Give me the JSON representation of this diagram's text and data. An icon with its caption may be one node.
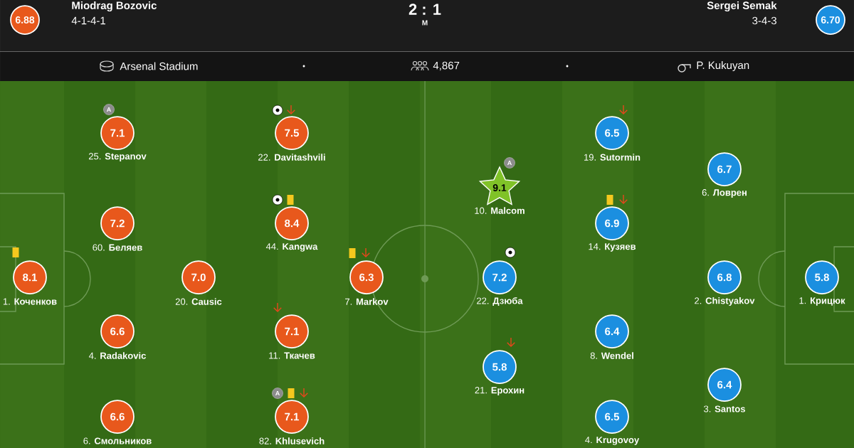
{
  "diagram": {
    "nodes": [
      {
        "text": [
          "6.88"
        ]
      },
      {
        "text": [
          "6.70"
        ]
      },
      {
        "text": [
          "7.1"
        ],
        "beside": [
          "25. **Stepanov**"
        ]
      },
      {
        "text": [
          "7.5"
        ],
        "beside": [
          "22. **Davitashvili**"
        ]
      },
      {
        "text": [
          "7.2"
        ],
        "beside": [
          "60. **Беляев**"
        ]
      },
      {
        "text": [
          "8.4"
        ],
        "beside": [
          "44. **Kangwa**"
        ]
      },
      {
        "text": [
          "8.1"
        ],
        "beside": [
          "1. **Коченков**"
        ]
      },
      {
        "text": [
          "7.0"
        ],
        "beside": [
          "20. **Causic**"
        ]
      },
      {
        "text": [
          "6.3"
        ],
        "beside": [
          "7. **Markov**"
        ]
      },
      {
        "text": [
          "6.6"
        ],
        "beside": [
          "4. **Radakovic**"
        ]
      },
      {
        "text": [
          "7.1"
        ],
        "beside": [
          "11. **Ткачев**"
        ]
      },
      {
        "text": [
          "6.6"
        ],
        "beside": [
          "6. **Смольников**"
        ]
      },
      {
        "text": [
          "7.1"
        ],
        "beside": [
          "82. **Khlusevich**"
        ]
      },
      {
        "text": [
          "6.5"
        ],
        "beside": [
          "19. **Sutormin**"
        ]
      },
      {
        "text": [
          "6.7"
        ],
        "beside": [
          "6. **Ловрен**"
        ]
      },
      {
        "text": [
          "9.1"
        ],
        "beside": [
          "10. **Malcom**"
        ]
      },
      {
        "text": [
          "6.9"
        ],
        "beside": [
          "14. **Кузяев**"
        ]
      },
      {
        "text": [
          "7.2"
        ],
        "beside": [
          "22. **Дзюба**"
        ]
      },
      {
        "text": [
          "6.8"
        ],
        "beside": [
          "2. **Chistyakov**"
        ]
      },
      {
        "text": [
          "5.8"
        ],
        "beside": [
          "1. **Крицюк**"
        ]
      },
      {
        "text": [
          "6.4"
        ],
        "beside": [
          "8. **Wendel**"
        ]
      },
      {
        "text": [
          "5.8"
        ],
        "beside": [
          "21. **Ерохин**"
        ]
      },
      {
        "text": [
          "6.4"
        ],
        "beside": [
          "3. **Santos**"
        ]
      },
      {
        "text": [
          "6.5"
        ],
        "beside": [
          "4. **Krugovoy**"
        ]
      },
      {
        "text": [
          "A"
        ]
      },
      {
        "text": [
          "A"
        ]
      },
      {
        "text": [
          "A"
        ]
      }
    ],
    "labels": [
      "Miodrag Bozovic",
      "4-1-4-1",
      "2 : 1",
      "M",
      "Sergei Semak",
      "3-4-3",
      "Arsenal Stadium",
      "4,867",
      "P. Kukuyan"
    ]
  }
}
